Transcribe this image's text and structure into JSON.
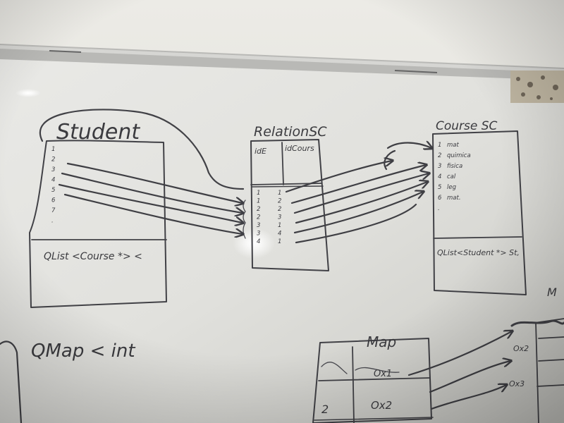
{
  "student": {
    "title": "Student",
    "rows": [
      "1",
      "2",
      "3",
      "4",
      "5",
      "6",
      "7",
      "."
    ],
    "footer": "QList <Course *> <"
  },
  "relation": {
    "title": "RelationSC",
    "col1": "idE",
    "col2": "idCours",
    "rows": [
      [
        "1",
        "1"
      ],
      [
        "1",
        "2"
      ],
      [
        "2",
        "2"
      ],
      [
        "2",
        "3"
      ],
      [
        "3",
        "1"
      ],
      [
        "3",
        "4"
      ],
      [
        "4",
        "1"
      ]
    ]
  },
  "course": {
    "title": "Course SC",
    "rows": [
      {
        "n": "1",
        "t": "mat"
      },
      {
        "n": "2",
        "t": "quimica"
      },
      {
        "n": "3",
        "t": "fisica"
      },
      {
        "n": "4",
        "t": "cal"
      },
      {
        "n": "5",
        "t": "leg"
      },
      {
        "n": "6",
        "t": "mat."
      },
      {
        "n": ".",
        "t": ""
      }
    ],
    "footer": "QList<Student *> St,"
  },
  "qmap": {
    "text": "QMap < int"
  },
  "map": {
    "title": "Map",
    "cell1": "Ox1",
    "key2": "2",
    "cell2": "Ox2"
  },
  "pointers": [
    "Ox2",
    "Ox3"
  ],
  "corner_letter": "M"
}
